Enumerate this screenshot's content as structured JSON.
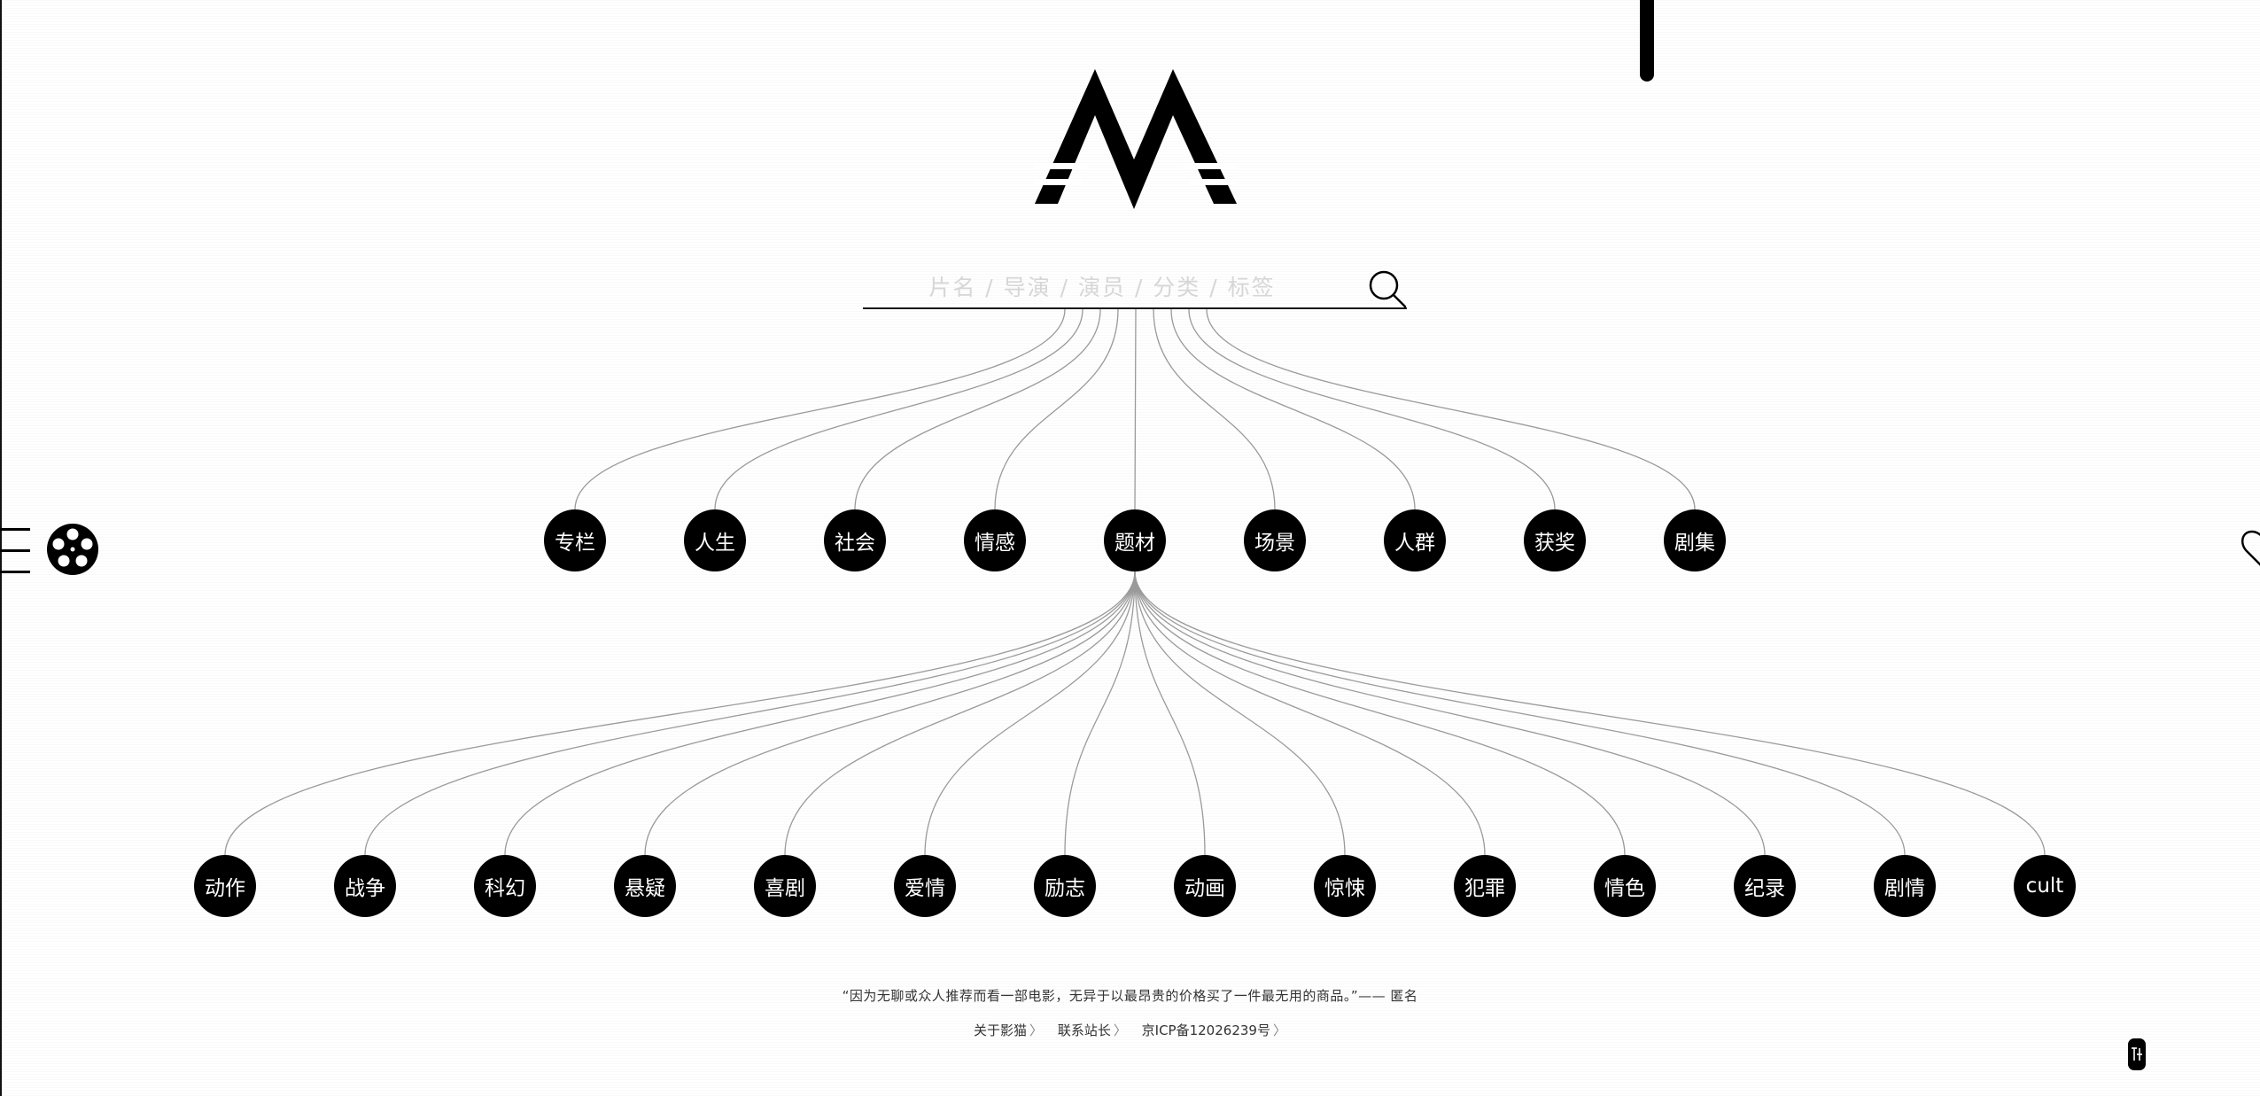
{
  "search": {
    "placeholder": "片名 / 导演 / 演员 / 分类 / 标签",
    "value": ""
  },
  "categories": [
    {
      "label": "专栏"
    },
    {
      "label": "人生"
    },
    {
      "label": "社会"
    },
    {
      "label": "情感"
    },
    {
      "label": "题材",
      "expanded": true
    },
    {
      "label": "场景"
    },
    {
      "label": "人群"
    },
    {
      "label": "获奖"
    },
    {
      "label": "剧集"
    }
  ],
  "subcategories": [
    {
      "label": "动作"
    },
    {
      "label": "战争"
    },
    {
      "label": "科幻"
    },
    {
      "label": "悬疑"
    },
    {
      "label": "喜剧"
    },
    {
      "label": "爱情"
    },
    {
      "label": "励志"
    },
    {
      "label": "动画"
    },
    {
      "label": "惊悚"
    },
    {
      "label": "犯罪"
    },
    {
      "label": "情色"
    },
    {
      "label": "纪录"
    },
    {
      "label": "剧情"
    },
    {
      "label": "cult"
    }
  ],
  "quote": "“因为无聊或众人推荐而看一部电影，无异于以最昂贵的价格买了一件最无用的商品。”—— 匿名",
  "footer": {
    "links": [
      {
        "label": "关于影猫"
      },
      {
        "label": "联系站长"
      },
      {
        "label": "京ICP备12026239号"
      }
    ],
    "chevron": "〉"
  },
  "icons": {
    "logo": "m-mountain-logo",
    "search": "search-icon",
    "menu": "menu-icon",
    "reel": "film-reel-icon",
    "heart": "heart-icon",
    "top": "back-to-top-icon"
  },
  "colors": {
    "background": "#ffffff",
    "ink": "#000000",
    "branch_line": "#9a9a9a",
    "placeholder": "#d6d6d6"
  }
}
